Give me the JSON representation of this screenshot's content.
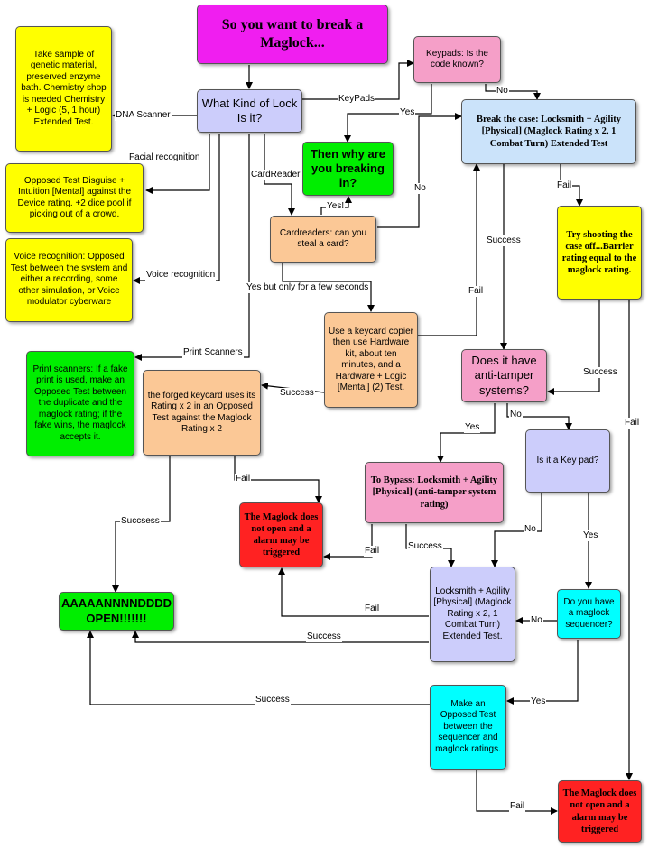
{
  "colors": {
    "magenta": "#f01ef0",
    "lavender": "#cccdfb",
    "pink": "#f59fc8",
    "light_blue": "#cbe3fa",
    "green": "#00ee00",
    "yellow": "#ffff00",
    "peach": "#fbc896",
    "red": "#ff2222",
    "cyan": "#00ffff"
  },
  "nodes": {
    "title": "So you want to break a Maglock...",
    "kind_of_lock": "What Kind of Lock Is it?",
    "keypads_known": "Keypads: Is the code known?",
    "break_case": "Break the case: Locksmith + Agility [Physical] (Maglock Rating x 2, 1 Combat Turn) Extended Test",
    "why_breaking": "Then why are you breaking in?",
    "dna_scanner": "Take sample of genetic material, preserved enzyme bath. Chemistry shop is needed Chemistry + Logic (5, 1 hour) Extended Test.",
    "facial": "Opposed Test Disguise + Intuition [Mental] against the Device rating. +2 dice pool if picking out of a crowd.",
    "voice": "Voice recognition: Opposed Test  between the system and either a recording, some other simulation, or Voice modulator cyberware",
    "cardreaders": "Cardreaders: can you steal a card?",
    "try_shooting": "Try shooting the case off...Barrier rating equal to the maglock rating.",
    "keycard_copier": "Use a keycard copier then use Hardware kit, about ten minutes, and a Hardware + Logic [Mental] (2) Test.",
    "anti_tamper": "Does it have anti-tamper systems?",
    "print_scanners": "Print scanners: If a fake print is used, make an Opposed Test between the duplicate and the maglock rating; if the fake wins, the maglock accepts it.",
    "forged_keycard": "the forged keycard uses its Rating x 2 in an Opposed Test against the Maglock Rating x 2",
    "is_keypad": "Is it a Key pad?",
    "to_bypass": "To Bypass: Locksmith + Agility [Physical] (anti-tamper system rating)",
    "fail_red_1": "The Maglock does not open and a alarm may be triggered",
    "open": "AAAAANNNNDDDD OPEN!!!!!!!",
    "locksmith_ext": "Locksmith + Agility [Physical] (Maglock Rating x 2, 1 Combat Turn) Extended Test.",
    "sequencer_q": "Do you have a maglock sequencer?",
    "opposed_seq": "Make an Opposed Test between the sequencer and maglock ratings.",
    "fail_red_2": "The Maglock does not open and a alarm may be triggered"
  },
  "edge_labels": {
    "keypads": "KeyPads",
    "yes_1": "Yes",
    "no_1": "No",
    "dna_scanner": "DNA Scanner",
    "facial_recognition": "Facial recognition",
    "cardreader": "CardReader",
    "yes_excl": "Yes!",
    "no_2": "No",
    "fail_1": "Fail",
    "voice_recognition": "Voice recognition",
    "yes_few_seconds": "Yes but only for a few seconds",
    "success_1": "Success",
    "fail_2": "Fail",
    "print_scanners": "Print Scanners",
    "success_2": "Success",
    "success_3": "Success",
    "yes_2": "Yes",
    "no_3": "No",
    "fail_3": "Fail",
    "fail_4": "Fail",
    "succsess": "Succsess",
    "success_4": "Success",
    "no_4": "No",
    "yes_3": "Yes",
    "fail_5": "Fail",
    "no_5": "No",
    "success_5": "Success",
    "success_6": "Success",
    "yes_4": "Yes",
    "fail_6": "Fail"
  }
}
